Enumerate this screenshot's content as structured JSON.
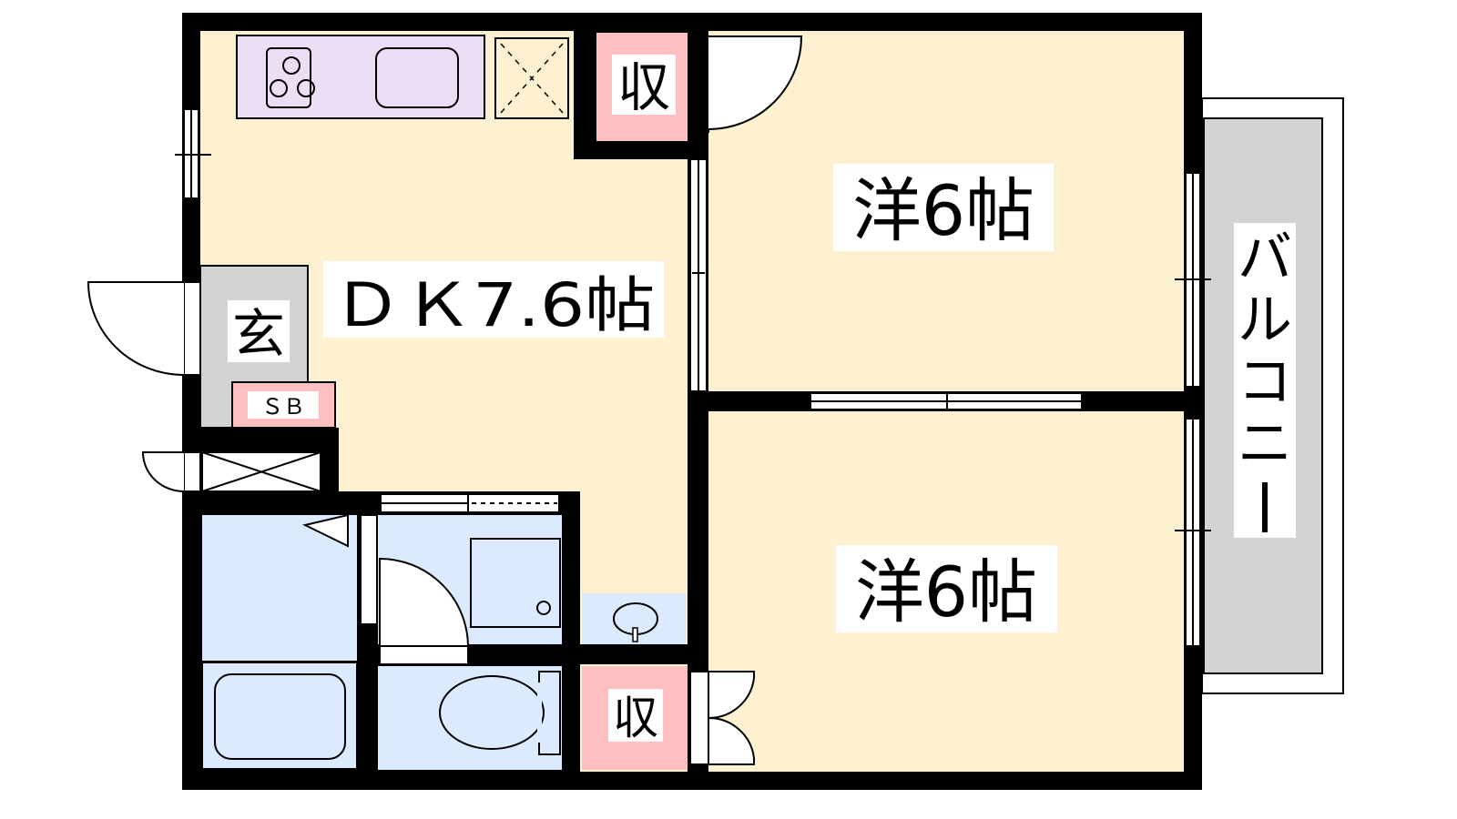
{
  "floorplan": {
    "rooms": {
      "dk": "ＤＫ7.6帖",
      "western_room_1": "洋6帖",
      "western_room_2": "洋6帖",
      "entrance": "玄",
      "shoe_box": "ＳＢ",
      "closet_1": "収",
      "closet_2": "収",
      "balcony": [
        "バ",
        "ル",
        "コ",
        "ニ",
        "ー"
      ]
    },
    "colors": {
      "floor": "#fdf1d2",
      "wet_area": "#dbeafe",
      "closet": "#fdbfbf",
      "kitchen": "#ecdff5",
      "entrance": "#d3d3d3",
      "balcony": "#d3d3d3",
      "wall": "#000000"
    }
  }
}
